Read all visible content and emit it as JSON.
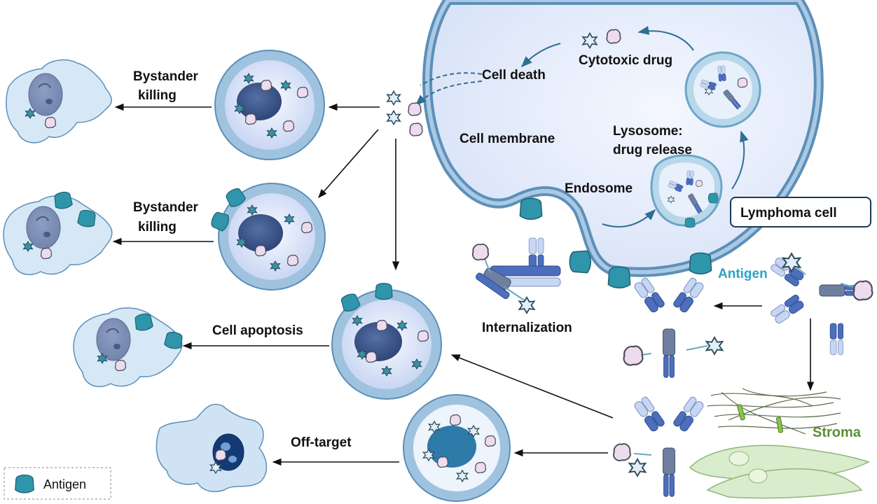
{
  "labels": {
    "bystander_top_1": "Bystander",
    "bystander_top_2": "killing",
    "bystander_mid_1": "Bystander",
    "bystander_mid_2": "killing",
    "cell_apoptosis": "Cell apoptosis",
    "off_target": "Off-target",
    "cell_death": "Cell death",
    "cytotoxic_drug": "Cytotoxic drug",
    "cell_membrane": "Cell membrane",
    "lysosome_1": "Lysosome:",
    "lysosome_2": "drug release",
    "endosome": "Endosome",
    "lymphoma_cell": "Lymphoma cell",
    "antigen": "Antigen",
    "internalization": "Internalization",
    "stroma": "Stroma",
    "legend_antigen": "Antigen"
  },
  "colors": {
    "cell_fill": "#e6ecfb",
    "cell_ring": "#9fc3df",
    "nucleus": "#3e5789",
    "antigen_teal": "#2b8fa6",
    "antibody_dark": "#4d6ebd",
    "antibody_light": "#c7d6f2",
    "antigen_label": "#29a3c6",
    "stroma_label": "#5b8f36"
  }
}
